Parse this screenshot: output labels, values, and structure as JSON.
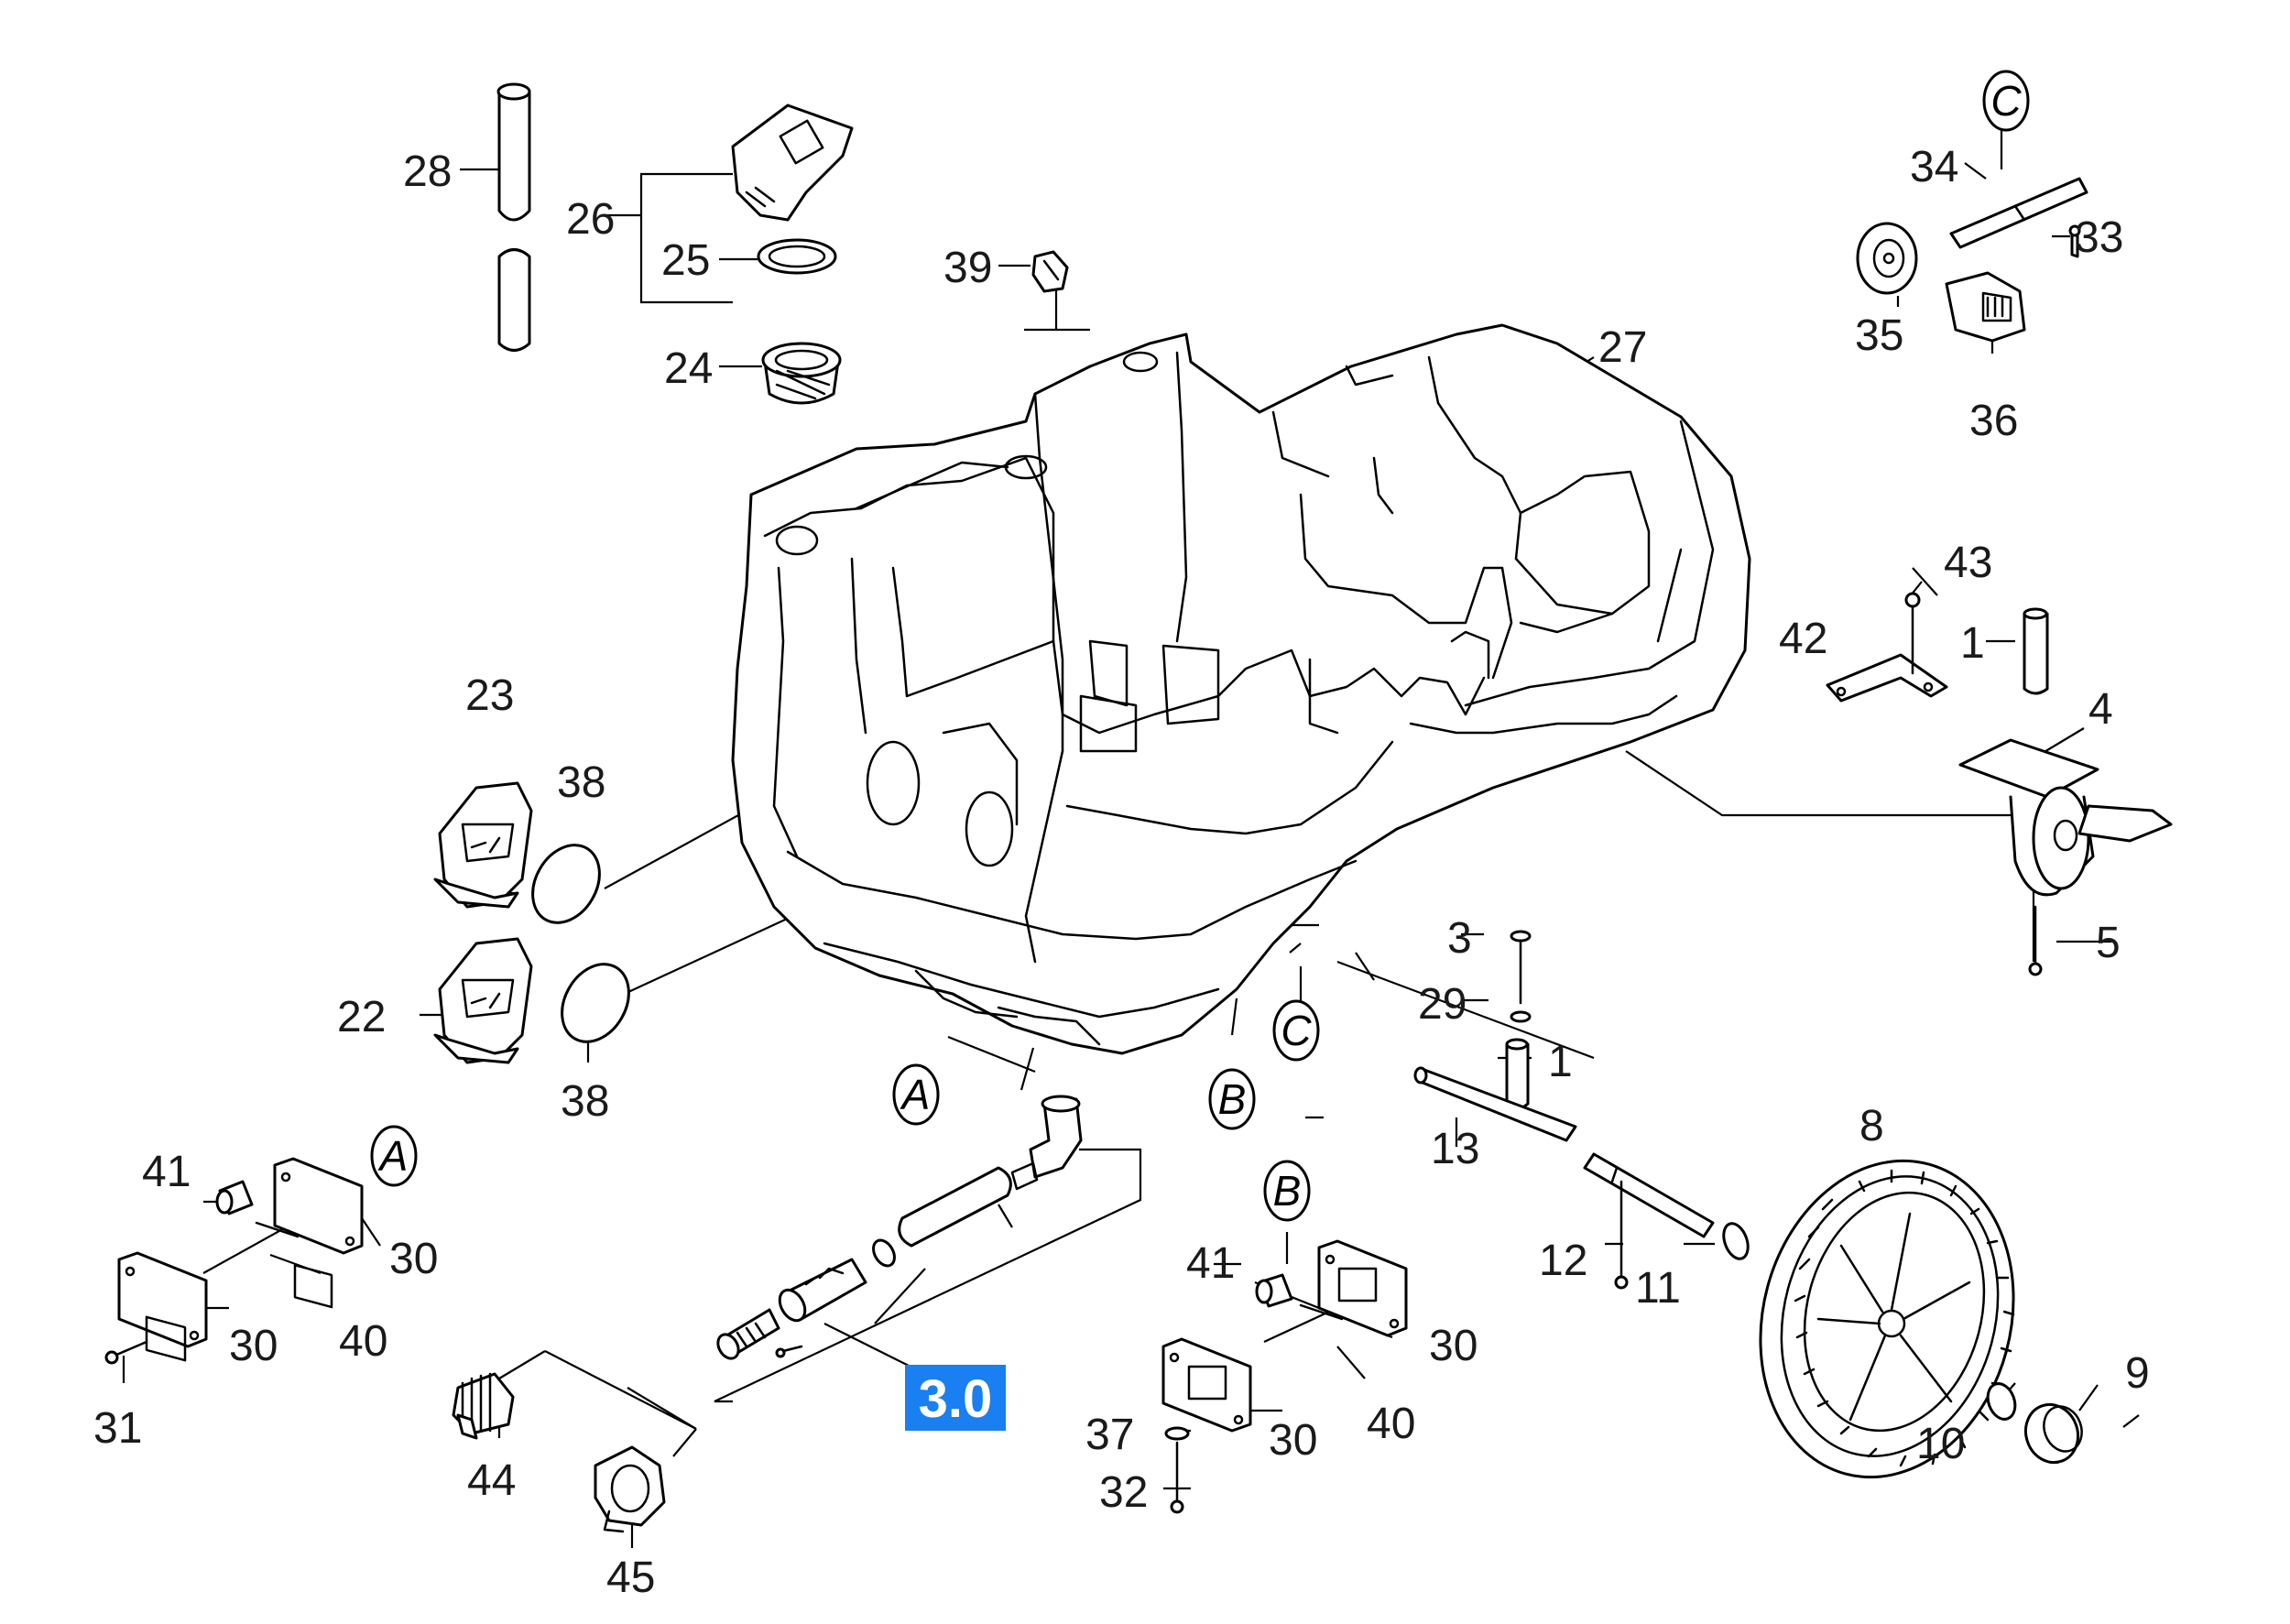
{
  "highlight": {
    "label": "3.0",
    "color": "#1a7ff0"
  },
  "parts": [
    {
      "id": "28",
      "label": "28"
    },
    {
      "id": "26",
      "label": "26"
    },
    {
      "id": "25",
      "label": "25"
    },
    {
      "id": "24",
      "label": "24"
    },
    {
      "id": "39",
      "label": "39"
    },
    {
      "id": "27",
      "label": "27"
    },
    {
      "id": "34",
      "label": "34"
    },
    {
      "id": "33",
      "label": "33"
    },
    {
      "id": "35",
      "label": "35"
    },
    {
      "id": "36",
      "label": "36"
    },
    {
      "id": "43",
      "label": "43"
    },
    {
      "id": "42",
      "label": "42"
    },
    {
      "id": "1a",
      "label": "1"
    },
    {
      "id": "4",
      "label": "4"
    },
    {
      "id": "5",
      "label": "5"
    },
    {
      "id": "23",
      "label": "23"
    },
    {
      "id": "38a",
      "label": "38"
    },
    {
      "id": "22",
      "label": "22"
    },
    {
      "id": "38b",
      "label": "38"
    },
    {
      "id": "3",
      "label": "3"
    },
    {
      "id": "29",
      "label": "29"
    },
    {
      "id": "1b",
      "label": "1"
    },
    {
      "id": "13",
      "label": "13"
    },
    {
      "id": "8",
      "label": "8"
    },
    {
      "id": "41a",
      "label": "41"
    },
    {
      "id": "30a",
      "label": "30"
    },
    {
      "id": "30b",
      "label": "30"
    },
    {
      "id": "40a",
      "label": "40"
    },
    {
      "id": "31",
      "label": "31"
    },
    {
      "id": "41b",
      "label": "41"
    },
    {
      "id": "30c",
      "label": "30"
    },
    {
      "id": "40b",
      "label": "40"
    },
    {
      "id": "30d",
      "label": "30"
    },
    {
      "id": "37",
      "label": "37"
    },
    {
      "id": "32",
      "label": "32"
    },
    {
      "id": "44",
      "label": "44"
    },
    {
      "id": "45",
      "label": "45"
    },
    {
      "id": "12",
      "label": "12"
    },
    {
      "id": "11",
      "label": "11"
    },
    {
      "id": "9",
      "label": "9"
    },
    {
      "id": "10",
      "label": "10"
    }
  ],
  "refs": [
    {
      "id": "c-top",
      "label": "C"
    },
    {
      "id": "a-main",
      "label": "A"
    },
    {
      "id": "b-main",
      "label": "B"
    },
    {
      "id": "c-main",
      "label": "C"
    },
    {
      "id": "a-left",
      "label": "A"
    },
    {
      "id": "b-mid",
      "label": "B"
    }
  ]
}
